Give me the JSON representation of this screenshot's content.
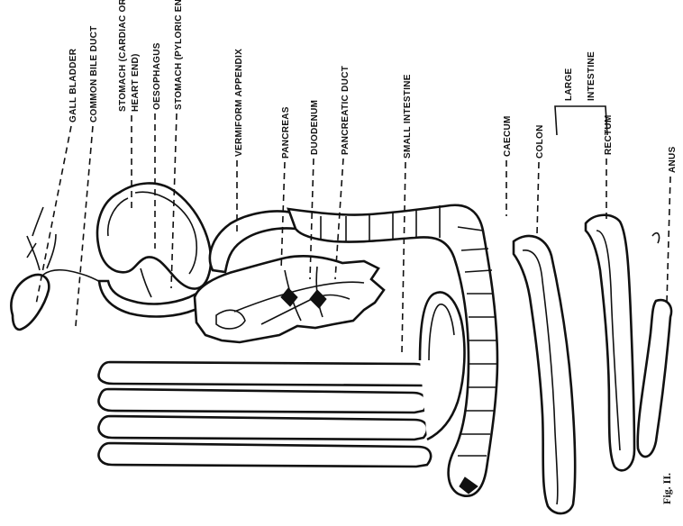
{
  "labels": {
    "gall_bladder": "GALL BLADDER",
    "common_bile_duct": "COMMON BILE DUCT",
    "stomach_cardiac_1": "STOMACH (CARDIAC OR",
    "stomach_cardiac_2": "HEART END)",
    "oesophagus": "OESOPHAGUS",
    "stomach_pyloric": "STOMACH (PYLORIC END)",
    "vermiform_appendix": "VERMIFORM APPENDIX",
    "pancreas": "PANCREAS",
    "duodenum": "DUODENUM",
    "pancreatic_duct": "PANCREATIC DUCT",
    "small_intestine": "SMALL INTESTINE",
    "caecum": "CAECUM",
    "colon": "COLON",
    "large_intestine_1": "LARGE",
    "large_intestine_2": "INTESTINE",
    "rectum": "RECTUM",
    "anus": "ANUS",
    "figure_number": "Fig. II."
  }
}
